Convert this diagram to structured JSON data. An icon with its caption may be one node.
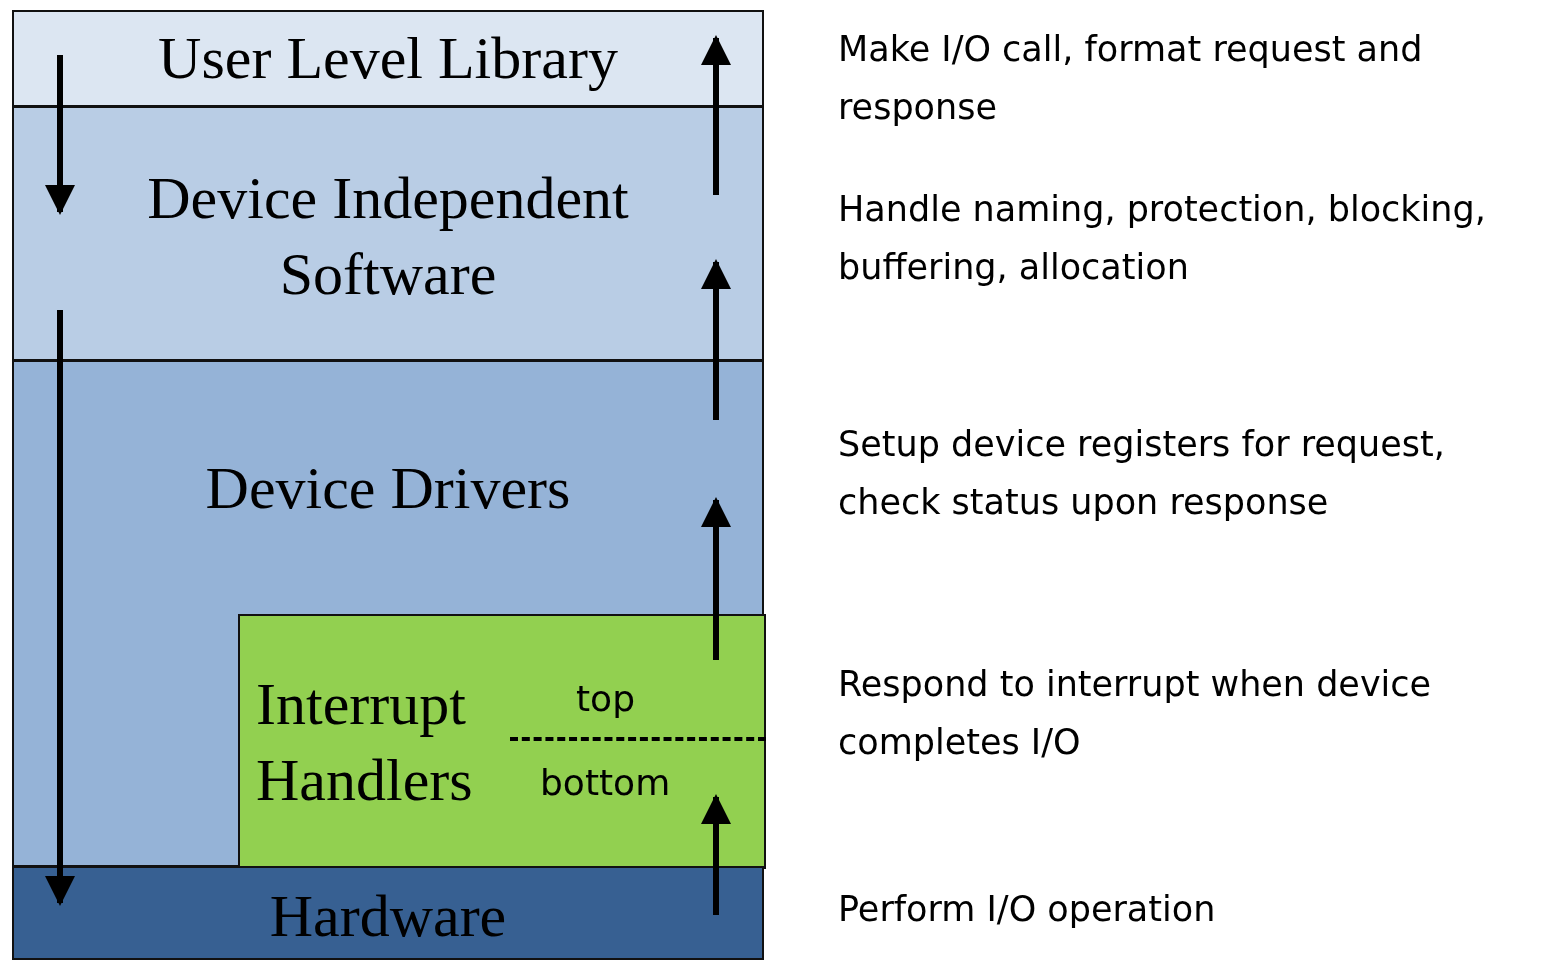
{
  "diagram": {
    "nodes": [
      {
        "text": [
          "User Level Library"
        ],
        "beside": [
          "Make I/O call, format request and response"
        ]
      },
      {
        "text": [
          "Device Independent Software"
        ],
        "beside": [
          "Handle naming, protection, blocking, buffering, allocation"
        ]
      },
      {
        "text": [
          "Device Drivers"
        ],
        "beside": [
          "Setup device registers for request, check status upon response"
        ]
      },
      {
        "text": [
          "Interrupt Handlers",
          "top",
          "bottom"
        ],
        "in": 2,
        "beside": [
          "Respond to interrupt when device completes I/O"
        ]
      },
      {
        "text": [
          "Hardware"
        ],
        "beside": [
          "Perform I/O operation"
        ]
      }
    ],
    "edges": [
      {
        "from": 0,
        "to": 1,
        "arrow": "to"
      },
      {
        "from": 1,
        "to": 4,
        "arrow": "to"
      },
      {
        "from": 4,
        "to": 3,
        "arrow": "to"
      },
      {
        "from": 3,
        "to": 2,
        "arrow": "to"
      },
      {
        "from": 2,
        "to": 1,
        "arrow": "to"
      },
      {
        "from": 1,
        "to": 0,
        "arrow": "to"
      }
    ]
  }
}
